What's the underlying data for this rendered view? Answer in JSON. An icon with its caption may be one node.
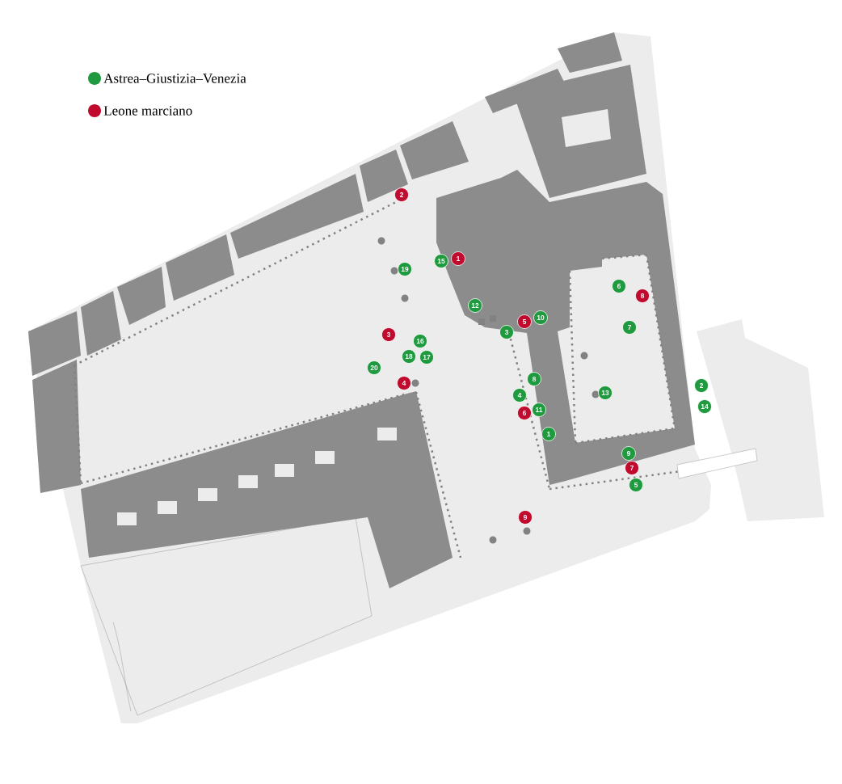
{
  "diagram": {
    "labels": [
      "2",
      "1",
      "15",
      "19",
      "6",
      "8",
      "12",
      "10",
      "5",
      "7",
      "3",
      "3",
      "16",
      "18",
      "17",
      "20",
      "8",
      "4",
      "2",
      "13",
      "4",
      "14",
      "11",
      "6",
      "1",
      "9",
      "7",
      "5",
      "9"
    ],
    "legend": [
      {
        "text": "Astrea–Giustizia–Venezia",
        "color": "#1f9a3f"
      },
      {
        "text": "Leone marciano",
        "color": "#c00a2e"
      }
    ]
  }
}
